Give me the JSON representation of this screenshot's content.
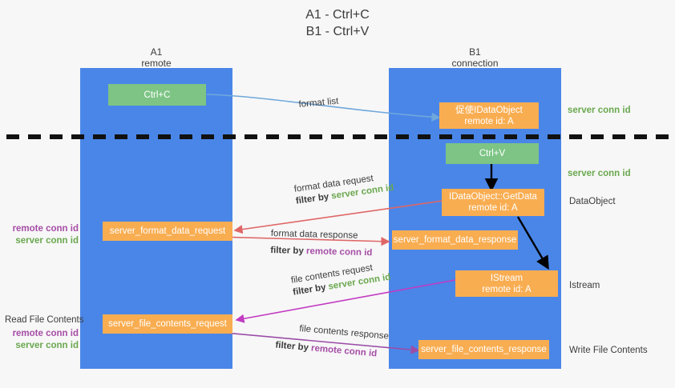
{
  "title": {
    "line1": "A1 - Ctrl+C",
    "line2": "B1 - Ctrl+V"
  },
  "colors": {
    "background": "#f7f7f7",
    "lane": "#4a86e8",
    "node_green": "#7dc485",
    "node_orange": "#f9ad51",
    "server_conn_id": "#6aa84f",
    "remote_conn_id": "#a64ea6",
    "arrow_blue": "#6fa8dc",
    "arrow_red": "#e06666",
    "arrow_magenta": "#c23bc2",
    "arrow_purple": "#9a4ea8",
    "arrow_black": "#000000",
    "text": "#3c3c3c"
  },
  "lanes": [
    {
      "name": "A1",
      "sub": "remote"
    },
    {
      "name": "B1",
      "sub": "connection"
    }
  ],
  "nodes": [
    {
      "id": "ctrl-c",
      "kind": "green",
      "line1": "Ctrl+C",
      "line2": ""
    },
    {
      "id": "idataobject",
      "kind": "orange",
      "line1": "促使IDataObject",
      "line2": "remote id: A"
    },
    {
      "id": "ctrl-v",
      "kind": "green",
      "line1": "Ctrl+V",
      "line2": ""
    },
    {
      "id": "idataobject-getdata",
      "kind": "orange",
      "line1": "IDataObject::GetData",
      "line2": "remote id: A"
    },
    {
      "id": "server-format-data-request",
      "kind": "orange",
      "line1": "server_format_data_request",
      "line2": ""
    },
    {
      "id": "server-format-data-response",
      "kind": "orange",
      "line1": "server_format_data_response",
      "line2": ""
    },
    {
      "id": "istream",
      "kind": "orange",
      "line1": "IStream",
      "line2": "remote id: A"
    },
    {
      "id": "server-file-contents-request",
      "kind": "orange",
      "line1": "server_file_contents_request",
      "line2": ""
    },
    {
      "id": "server-file-contents-response",
      "kind": "orange",
      "line1": "server_file_contents_response",
      "line2": ""
    }
  ],
  "edge_labels": {
    "format_list": "format list",
    "format_data_request": "format data request",
    "format_data_response": "format data response",
    "file_contents_request": "file contents request",
    "file_contents_response": "file contents response",
    "filter_by": "filter by ",
    "server_conn_id": "server conn id",
    "remote_conn_id": "remote conn id"
  },
  "annotations": {
    "right_server_conn_id_top": "server conn id",
    "right_server_conn_id_mid": "server conn id",
    "right_dataobject": "DataObject",
    "right_istream": "Istream",
    "right_write_file_contents": "Write File Contents",
    "left_read_file_contents": "Read File Contents",
    "left_remote_conn_id_1": "remote conn id",
    "left_server_conn_id_1": "server conn id",
    "left_remote_conn_id_2": "remote conn id",
    "left_server_conn_id_2": "server conn id"
  }
}
